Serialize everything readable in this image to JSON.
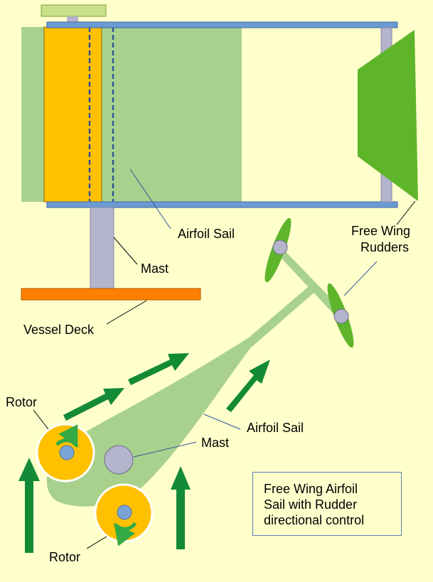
{
  "labels": {
    "airfoil_sail_side": "Airfoil Sail",
    "mast_side": "Mast",
    "vessel_deck": "Vessel Deck",
    "free_wing_rudders_line1": "Free Wing",
    "free_wing_rudders_line2": "Rudders",
    "rotor_top": "Rotor",
    "rotor_bottom": "Rotor",
    "mast_top": "Mast",
    "airfoil_sail_top": "Airfoil Sail"
  },
  "caption": {
    "line1": "Free Wing Airfoil",
    "line2": "Sail with Rudder",
    "line3": "directional control"
  },
  "colors": {
    "background": "#ffffcc",
    "sail_green": "#a9d18e",
    "rudder_green": "#5eb52a",
    "rotor_orange": "#ffc000",
    "deck_orange": "#ff8000",
    "mast_grey": "#b4b4cc",
    "frame_blue": "#6b9bd2",
    "hub_blue": "#7aa3d6",
    "arrow_green": "#138a36",
    "spin_green": "#33aa44"
  }
}
